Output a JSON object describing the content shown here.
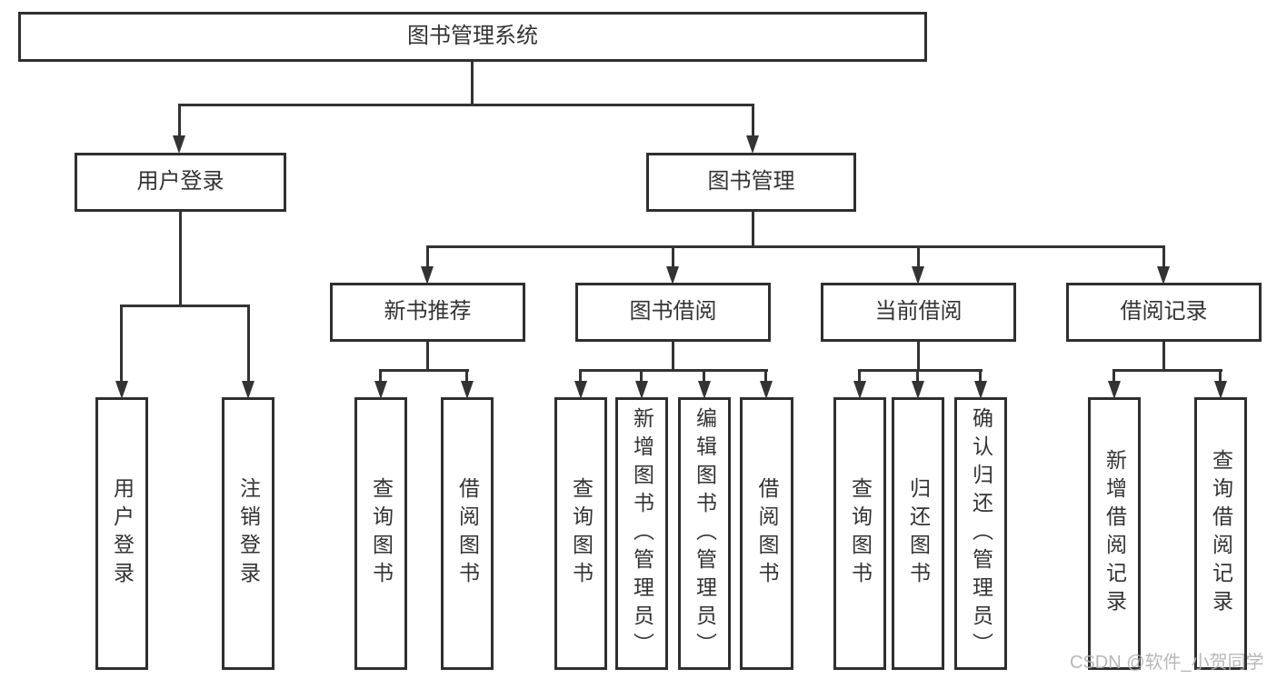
{
  "diagram_type": "hierarchy-tree",
  "tree": {
    "label": "图书管理系统",
    "children": [
      {
        "label": "用户登录",
        "children": [
          {
            "label": "用户登录"
          },
          {
            "label": "注销登录"
          }
        ]
      },
      {
        "label": "图书管理",
        "children": [
          {
            "label": "新书推荐",
            "children": [
              {
                "label": "查询图书"
              },
              {
                "label": "借阅图书"
              }
            ]
          },
          {
            "label": "图书借阅",
            "children": [
              {
                "label": "查询图书"
              },
              {
                "label": "新增图书（管理员）"
              },
              {
                "label": "编辑图书（管理员）"
              },
              {
                "label": "借阅图书"
              }
            ]
          },
          {
            "label": "当前借阅",
            "children": [
              {
                "label": "查询图书"
              },
              {
                "label": "归还图书"
              },
              {
                "label": "确认归还（管理员）"
              }
            ]
          },
          {
            "label": "借阅记录",
            "children": [
              {
                "label": "新增借阅记录"
              },
              {
                "label": "查询借阅记录"
              }
            ]
          }
        ]
      }
    ]
  },
  "watermark": {
    "text": "CSDN @软件_小贺同学"
  },
  "colors": {
    "line": "#333333",
    "box_border": "#2f2f2f",
    "box_background": "#ffffff",
    "text": "#333333",
    "watermark": "#b0b0b0",
    "page_background": "#ffffff"
  }
}
